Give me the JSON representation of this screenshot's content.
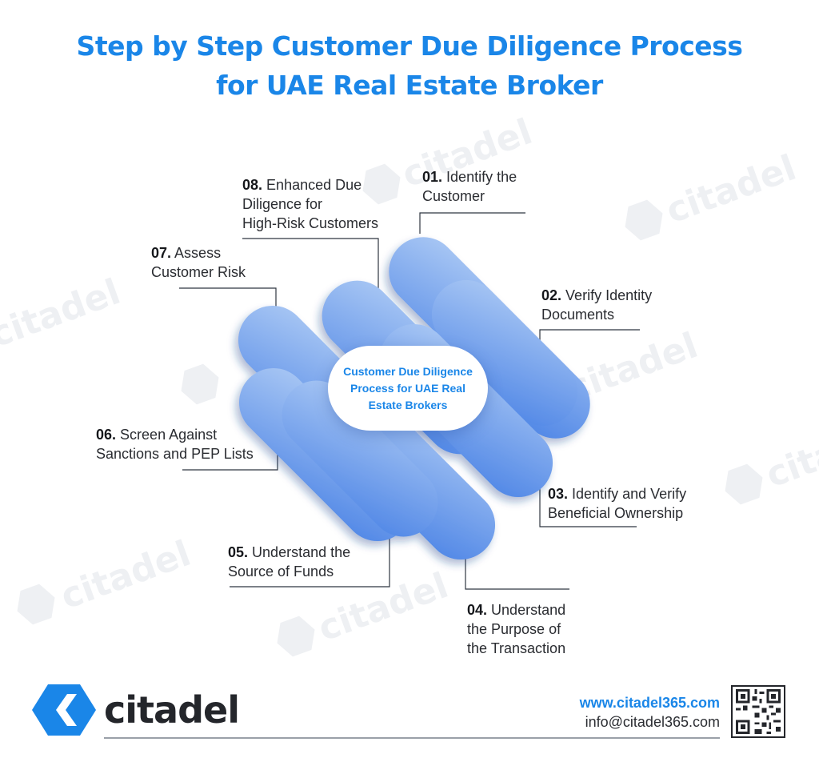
{
  "title": {
    "line1": "Step by Step Customer Due Diligence Process",
    "line2": "for UAE Real Estate Broker"
  },
  "center": {
    "label": "Customer Due Diligence Process for UAE Real Estate Brokers"
  },
  "steps": [
    {
      "num": "01.",
      "line1": "Identify the",
      "line2": "Customer",
      "line3": ""
    },
    {
      "num": "02.",
      "line1": "Verify Identity",
      "line2": "Documents",
      "line3": ""
    },
    {
      "num": "03.",
      "line1": "Identify and Verify",
      "line2": "Beneficial Ownership",
      "line3": ""
    },
    {
      "num": "04.",
      "line1": "Understand",
      "line2": "the Purpose of",
      "line3": "the Transaction"
    },
    {
      "num": "05.",
      "line1": "Understand the",
      "line2": "Source of Funds",
      "line3": ""
    },
    {
      "num": "06.",
      "line1": "Screen Against",
      "line2": "Sanctions and PEP Lists",
      "line3": ""
    },
    {
      "num": "07.",
      "line1": "Assess",
      "line2": "Customer Risk",
      "line3": ""
    },
    {
      "num": "08.",
      "line1": "Enhanced Due",
      "line2": "Diligence for",
      "line3": "High-Risk Customers"
    }
  ],
  "watermark": "citadel",
  "brand": {
    "name": "citadel",
    "icon": "citadel-hexagon-logo-icon",
    "color": "#1a86e8"
  },
  "contact": {
    "website": "www.citadel365.com",
    "email": "info@citadel365.com",
    "qr_icon": "qr-code-icon"
  },
  "colors": {
    "title": "#1a86e8",
    "pill_light": "#aac8f4",
    "pill_dark": "#4f86e6",
    "connector": "#2f3640"
  }
}
